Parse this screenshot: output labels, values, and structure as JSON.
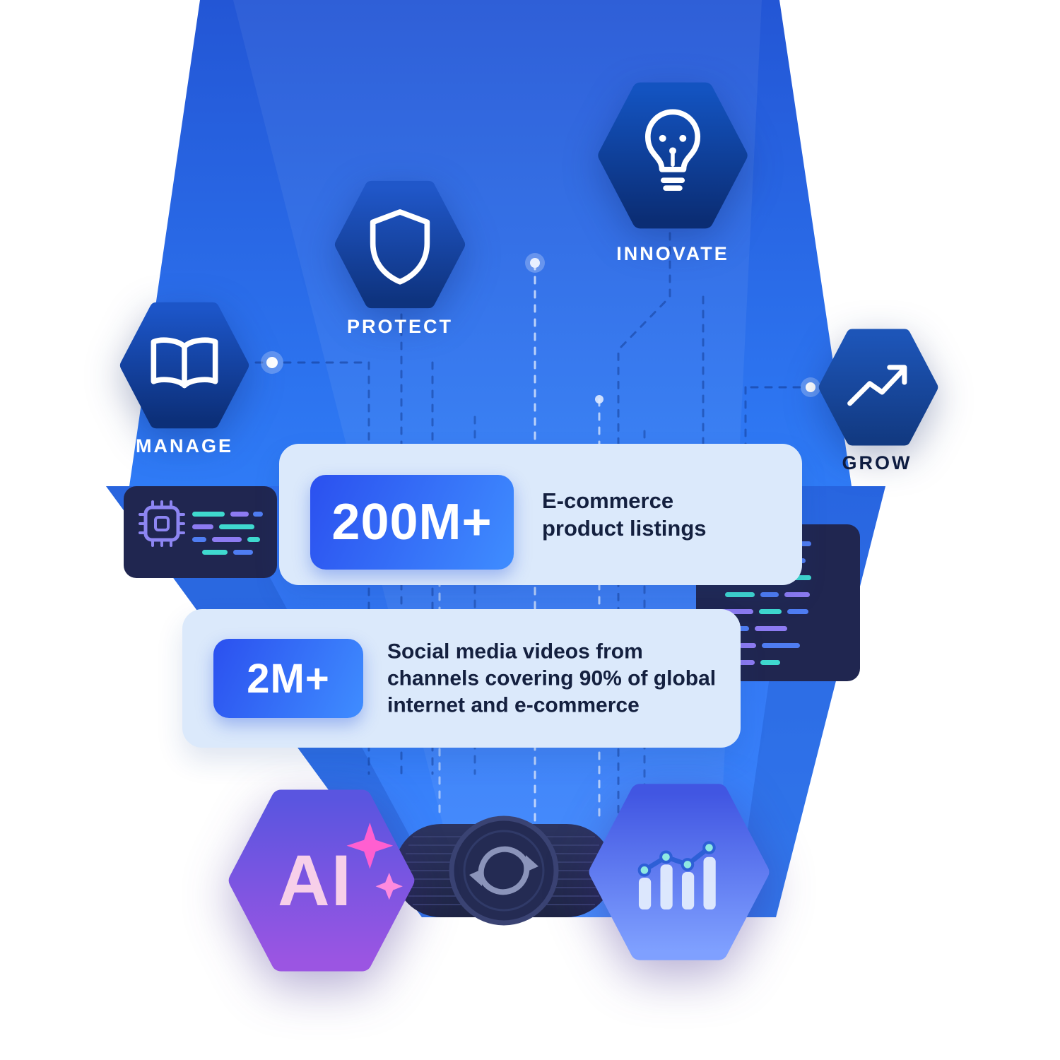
{
  "nodes": {
    "manage": {
      "label": "MANAGE",
      "icon": "open-book-icon"
    },
    "protect": {
      "label": "PROTECT",
      "icon": "shield-icon"
    },
    "innovate": {
      "label": "INNOVATE",
      "icon": "lightbulb-icon"
    },
    "grow": {
      "label": "GROW",
      "icon": "trend-up-arrow-icon"
    }
  },
  "stats": [
    {
      "value": "200M+",
      "description": "E-commerce product listings"
    },
    {
      "value": "2M+",
      "description": "Social media videos from channels covering 90% of global internet and e-commerce"
    }
  ],
  "bottom_row": {
    "ai_label": "AI",
    "icons": [
      "ai-badge-hexagon",
      "sparkle-icon",
      "sync-icon",
      "bar-chart-hexagon"
    ]
  },
  "decor_icons": [
    "cpu-chip-icon",
    "code-lines-panel",
    "dashed-circuit-lines"
  ],
  "colors": {
    "funnel_top": "#2356d5",
    "funnel_bottom": "#3c88ff",
    "hexagon_navy_top": "#1c55c8",
    "hexagon_navy_bottom": "#0c2f78",
    "card_bg": "#dbe9fb",
    "badge_gradient_start": "#2b50ef",
    "badge_gradient_end": "#3f8dff",
    "text_dark": "#14203f",
    "code_teal": "#3fd9cf",
    "code_purple": "#8d7bf2",
    "code_blue": "#4f7df2",
    "ai_gradient_start": "#5a55e0",
    "ai_gradient_end": "#9b55e2",
    "chart_gradient_start": "#4156e2",
    "chart_gradient_end": "#7fa0ff",
    "sparkle_pink": "#ff5fd0"
  }
}
